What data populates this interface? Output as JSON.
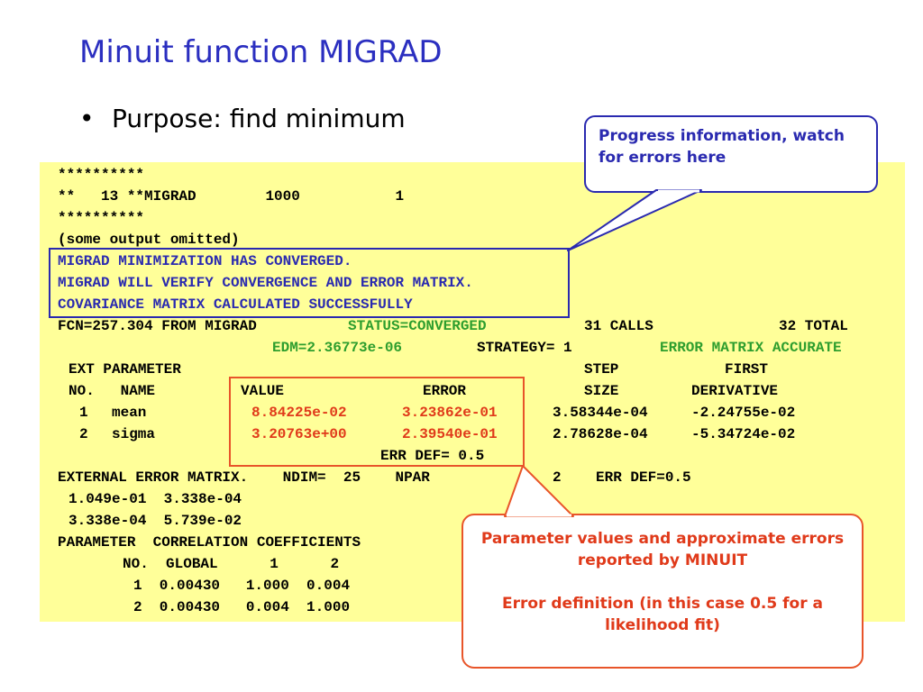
{
  "slide": {
    "title": "Minuit function MIGRAD",
    "bullet_symbol": "•",
    "bullet_text": "Purpose: find minimum"
  },
  "console": {
    "l01": "**********",
    "l02": "**   13 **MIGRAD        1000           1",
    "l03": "**********",
    "l04": "(some output omitted)",
    "l05": "MIGRAD MINIMIZATION HAS CONVERGED.",
    "l06": "MIGRAD WILL VERIFY CONVERGENCE AND ERROR MATRIX.",
    "l07": "COVARIANCE MATRIX CALCULATED SUCCESSFULLY",
    "l08a": "FCN=257.304 FROM MIGRAD",
    "l08b": "STATUS=CONVERGED",
    "l08c": "31 CALLS",
    "l08d": "32 TOTAL",
    "l09a": "EDM=2.36773e-06",
    "l09b": "STRATEGY= 1",
    "l09c": "ERROR MATRIX ACCURATE",
    "l10a": "EXT PARAMETER",
    "l10b": "STEP",
    "l10c": "FIRST",
    "l11a": "NO.   NAME",
    "l11b": "VALUE",
    "l11c": "ERROR",
    "l11d": "SIZE",
    "l11e": "DERIVATIVE",
    "p1_no": "1",
    "p1_name": "mean",
    "p1_value": "8.84225e-02",
    "p1_error": "3.23862e-01",
    "p1_step": "3.58344e-04",
    "p1_deriv": "-2.24755e-02",
    "p2_no": "2",
    "p2_name": "sigma",
    "p2_value": "3.20763e+00",
    "p2_error": "2.39540e-01",
    "p2_step": "2.78628e-04",
    "p2_deriv": "-5.34724e-02",
    "errdef": "ERR DEF= 0.5",
    "l15a": "EXTERNAL ERROR MATRIX.    NDIM=  25    NPAR",
    "l15b": "2    ERR DEF=0.5",
    "l16": "1.049e-01  3.338e-04",
    "l17": "3.338e-04  5.739e-02",
    "l18": "PARAMETER  CORRELATION COEFFICIENTS",
    "l19": "NO.  GLOBAL      1      2",
    "l20": "1  0.00430   1.000  0.004",
    "l21": "2  0.00430   0.004  1.000"
  },
  "callouts": {
    "top": "Progress information, watch for errors here",
    "bottom_1": "Parameter values and approximate errors reported by MINUIT",
    "bottom_2": "Error definition (in this case 0.5 for a likelihood fit)"
  },
  "colors": {
    "title": "#2b2fc0",
    "console_bg": "#ffff99",
    "blue": "#2a2ab0",
    "green": "#2e9e2e",
    "red": "#e03a1a"
  }
}
